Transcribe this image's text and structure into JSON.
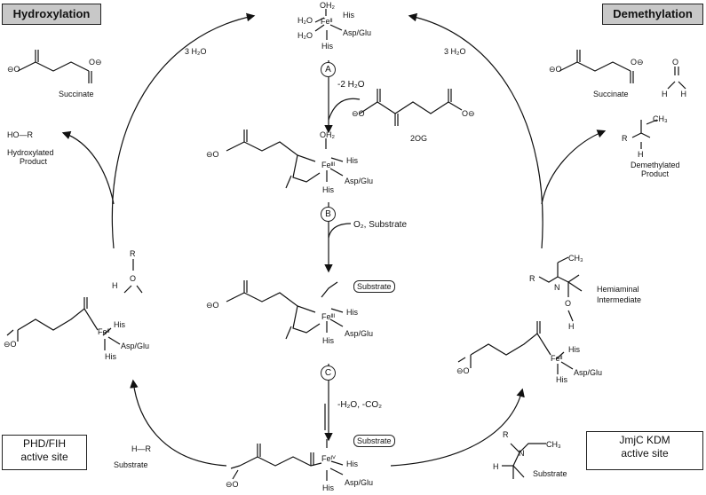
{
  "headers": {
    "left": "Hydroxylation",
    "right": "Demethylation"
  },
  "sites": {
    "left_line1": "PHD/FIH",
    "left_line2": "active site",
    "right_line1": "JmjC KDM",
    "right_line2": "active site"
  },
  "steps": {
    "a": "A",
    "a_label": "-2 H₂O",
    "b": "B",
    "b_label": "O₂, Substrate",
    "c": "C",
    "c_label": "-H₂O, -CO₂"
  },
  "species": {
    "water_top_left": "3 H₂O",
    "water_top_right": "3 H₂O",
    "succinate_left": "Succinate",
    "succinate_right": "Succinate",
    "twoog": "2OG",
    "hydroxylated_line1": "Hydroxylated",
    "hydroxylated_line2": "Product",
    "hydroxylated_formula": "HO—R",
    "demethylated_line1": "Demethylated",
    "demethylated_line2": "Product",
    "hemiaminal_line1": "Hemiaminal",
    "hemiaminal_line2": "Intermediate",
    "substrate_left": "Substrate",
    "substrate_right": "Substrate",
    "substrate_left_formula": "H—R",
    "substrate_pill_1": "Substrate",
    "substrate_pill_2": "Substrate"
  },
  "ligands": {
    "oh2": "OH₂",
    "h2o": "H₂O",
    "his": "His",
    "aspglu": "Asp/Glu",
    "fe_ii": "Feᴵᴵ",
    "fe_iii": "Feᴵᴵᴵ",
    "fe_iv": "Feᴵⱽ"
  }
}
